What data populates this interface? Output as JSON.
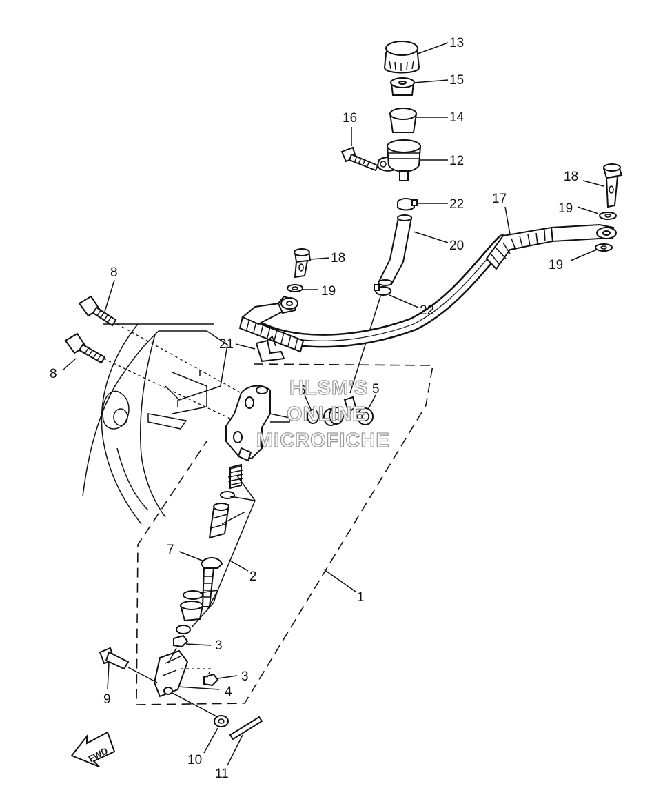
{
  "callouts": [
    {
      "id": "c13",
      "text": "13"
    },
    {
      "id": "c15",
      "text": "15"
    },
    {
      "id": "c14",
      "text": "14"
    },
    {
      "id": "c16",
      "text": "16"
    },
    {
      "id": "c12",
      "text": "12"
    },
    {
      "id": "c18a",
      "text": "18"
    },
    {
      "id": "c17",
      "text": "17"
    },
    {
      "id": "c22a",
      "text": "22"
    },
    {
      "id": "c19a",
      "text": "19"
    },
    {
      "id": "c20",
      "text": "20"
    },
    {
      "id": "c19b",
      "text": "19"
    },
    {
      "id": "c18b",
      "text": "18"
    },
    {
      "id": "c19c",
      "text": "19"
    },
    {
      "id": "c22b",
      "text": "22"
    },
    {
      "id": "c8a",
      "text": "8"
    },
    {
      "id": "c21",
      "text": "21"
    },
    {
      "id": "c8b",
      "text": "8"
    },
    {
      "id": "c6",
      "text": "6"
    },
    {
      "id": "c5",
      "text": "5"
    },
    {
      "id": "c7",
      "text": "7"
    },
    {
      "id": "c2",
      "text": "2"
    },
    {
      "id": "c1",
      "text": "1"
    },
    {
      "id": "c3a",
      "text": "3"
    },
    {
      "id": "c3b",
      "text": "3"
    },
    {
      "id": "c4",
      "text": "4"
    },
    {
      "id": "c9",
      "text": "9"
    },
    {
      "id": "c10",
      "text": "10"
    },
    {
      "id": "c11",
      "text": "11"
    }
  ],
  "watermark": {
    "line1": "HLSM'S",
    "line2": "ONLINE",
    "line3": "MICROFICHE"
  },
  "direction_arrow": {
    "label": "FWD",
    "icon": "fwd-arrow-icon"
  }
}
